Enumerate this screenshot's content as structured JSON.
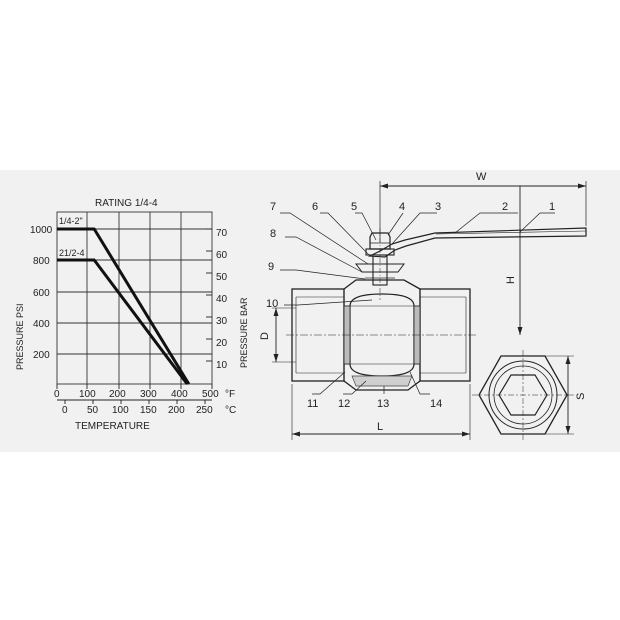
{
  "chart": {
    "title": "RATING 1/4-4",
    "y_left_label": "PRESSURE PSI",
    "y_right_label": "PRESSURE BAR",
    "x_label": "TEMPERATURE",
    "f_unit": "°F",
    "c_unit": "°C",
    "psi_ticks": [
      "1000",
      "800",
      "600",
      "400",
      "200"
    ],
    "bar_ticks": [
      "70",
      "60",
      "50",
      "40",
      "30",
      "20",
      "10"
    ],
    "f_ticks": [
      "0",
      "100",
      "200",
      "300",
      "400",
      "500"
    ],
    "c_ticks": [
      "0",
      "50",
      "100",
      "150",
      "200",
      "250"
    ],
    "series_labels": [
      "1/4-2\"",
      "21/2-4"
    ]
  },
  "chart_data": {
    "type": "line",
    "title": "RATING 1/4-4",
    "xlabel": "TEMPERATURE",
    "ylabel": "PRESSURE PSI",
    "secondary_ylabel": "PRESSURE BAR",
    "x_unit": "°F",
    "xlim": [
      0,
      500
    ],
    "ylim": [
      0,
      1100
    ],
    "grid": true,
    "series": [
      {
        "name": "1/4-2\"",
        "x": [
          0,
          120,
          425
        ],
        "y": [
          1000,
          1000,
          0
        ]
      },
      {
        "name": "21/2-4",
        "x": [
          0,
          120,
          420
        ],
        "y": [
          800,
          800,
          0
        ]
      }
    ]
  },
  "drawing": {
    "part_numbers": [
      "1",
      "2",
      "3",
      "4",
      "5",
      "6",
      "7",
      "8",
      "9",
      "10",
      "11",
      "12",
      "13",
      "14"
    ],
    "dim_w": "W",
    "dim_h": "H",
    "dim_d": "D",
    "dim_l": "L",
    "dim_s": "S"
  }
}
